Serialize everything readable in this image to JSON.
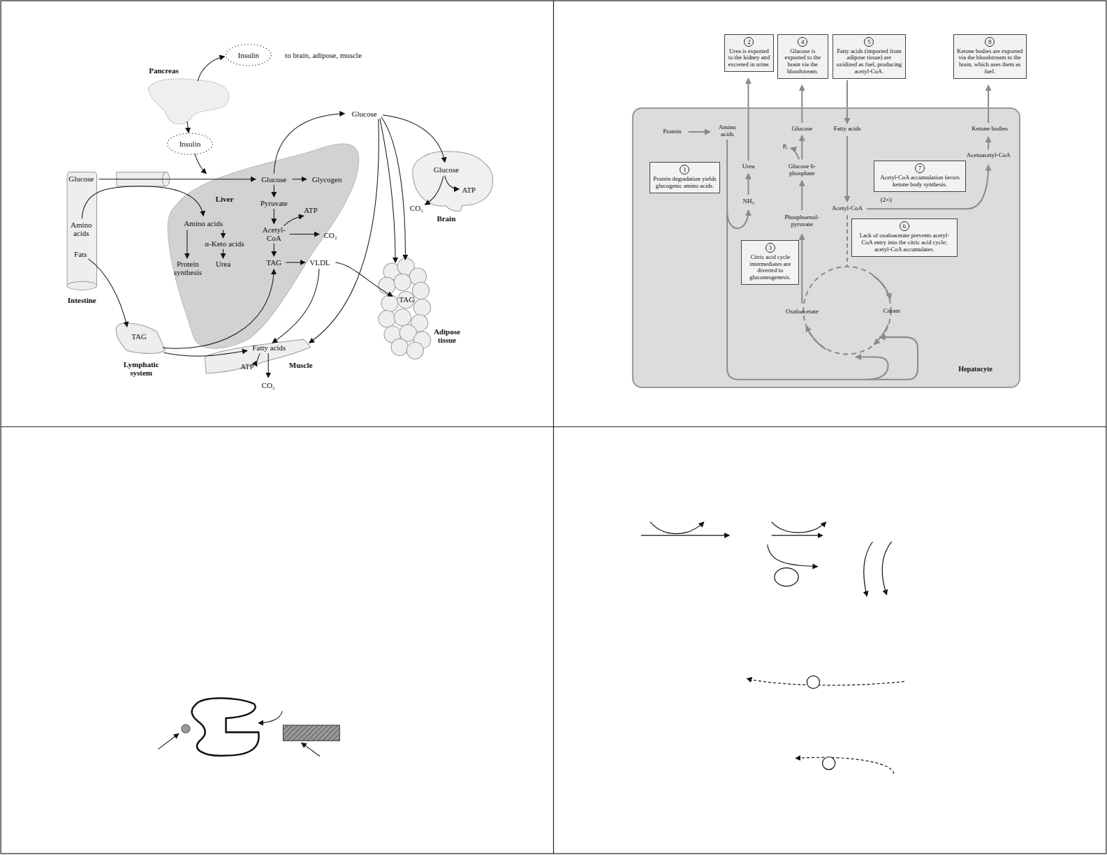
{
  "diagram": {
    "nodes": [
      {
        "text": [
          "2",
          "Urea is exported to the kidney and excreted in urine."
        ]
      },
      {
        "text": [
          "4",
          "Glucose is exported to the brain via the bloodstream."
        ]
      },
      {
        "text": [
          "5",
          "Fatty acids (imported from adipose tissue) are oxidized as fuel, producing acetyl-CoA."
        ]
      },
      {
        "text": [
          "8",
          "Ketone bodies are exported via the bloodstream to the brain, which uses them as fuel."
        ]
      },
      {
        "text": [
          "Hepatocyte"
        ]
      },
      {
        "text": [
          "1",
          "Protein degradation yields glucogenic amino acids."
        ],
        "in": 4
      },
      {
        "text": [
          "7",
          "Acetyl-CoA accumulation favors ketone body synthesis."
        ],
        "in": 4
      },
      {
        "text": [
          "3",
          "Citric acid cycle intermediates are diverted to gluconeogenesis."
        ],
        "in": 4
      },
      {
        "text": [
          "6",
          "Lack of oxaloacetate prevents acetyl-CoA entry into the citric acid cycle; acetyl-CoA accumulates."
        ],
        "in": 4
      }
    ],
    "labels": [
      "Insulin",
      "to brain, adipose, muscle",
      "Pancreas",
      "Insulin",
      "Glucose",
      "Glucose",
      "Glucose",
      "Glycogen",
      "Liver",
      "Pyruvate",
      "Amino acids",
      "ATP",
      "Acetyl- CoA",
      "CO₂",
      "α-Keto acids",
      "Amino acids",
      "Fats",
      "TAG",
      "VLDL",
      "Protein synthesis",
      "Urea",
      "Glucose",
      "ATP",
      "CO₂",
      "Brain",
      "TAG",
      "Adipose tissue",
      "Intestine",
      "TAG",
      "Fatty acids",
      "ATP",
      "Muscle",
      "Lymphatic system",
      "CO₂",
      "Protein",
      "Amino acids",
      "Glucose",
      "Fatty acids",
      "Ketone bodies",
      "Pᵢ",
      "Urea",
      "Glucose 6-phosphate",
      "Acetoacetyl-CoA",
      "(2×)",
      "NH₃",
      "Acetyl-CoA",
      "Phosphoenol- pyruvate",
      "Oxaloacetate",
      "Citrate"
    ]
  }
}
